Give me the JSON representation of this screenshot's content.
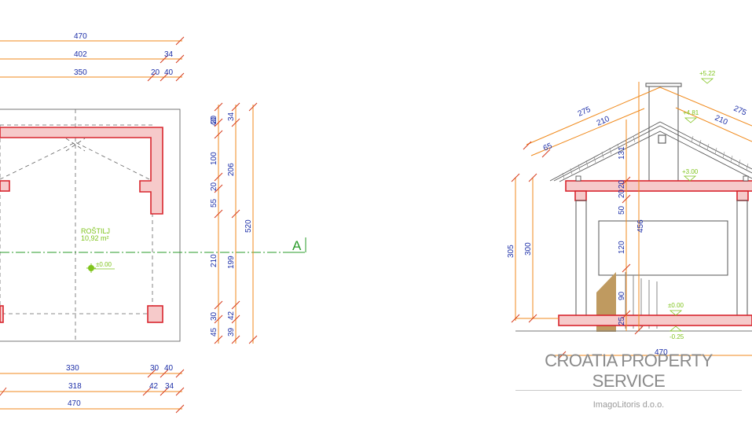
{
  "plan": {
    "top_dims": [
      "470",
      "402",
      "34",
      "350",
      "20",
      "40"
    ],
    "right_dims_a": [
      "20",
      "40",
      "100",
      "20",
      "55",
      "210",
      "45",
      "30"
    ],
    "right_dims_b": [
      "34",
      "206",
      "199",
      "42",
      "39"
    ],
    "right_dim_total": "520",
    "bottom_dims": [
      "330",
      "30",
      "40",
      "318",
      "42",
      "34",
      "470"
    ],
    "room_name": "ROŠTILJ",
    "room_area": "10,92 m²",
    "level": "±0.00",
    "section_marker": "A"
  },
  "elevation": {
    "roof_dims": [
      "275",
      "210",
      "65",
      "275",
      "210"
    ],
    "levels": [
      "+5.22",
      "+4.81",
      "+3.00",
      "±0.00",
      "-0.25"
    ],
    "vertical_dims": [
      "131",
      "20",
      "20",
      "50",
      "120",
      "90",
      "25",
      "456",
      "305",
      "300"
    ],
    "bottom_dim": "470"
  },
  "watermark": {
    "company": "CROATIA PROPERTY SERVICE",
    "sub": "ImagoLitoris d.o.o."
  },
  "colors": {
    "dimension_line": "#f08a1c",
    "dimension_text": "#1d2fa8",
    "wall_outline": "#d8262e",
    "wall_fill": "#f6caca",
    "level_text": "#7fc41c",
    "axis_line": "#2a9b2a"
  }
}
